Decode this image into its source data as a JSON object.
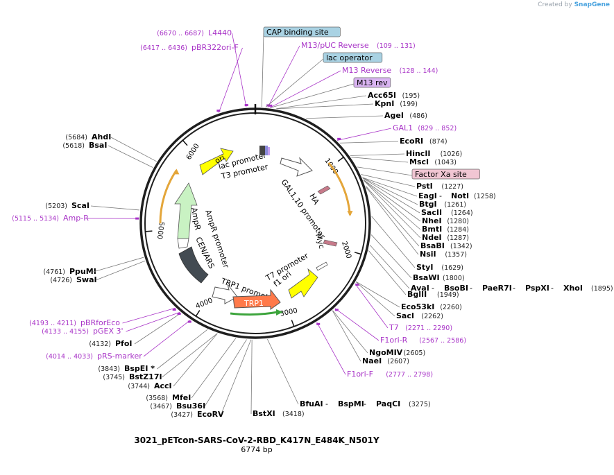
{
  "watermark": {
    "prefix": "Created by",
    "brand": "SnapGene"
  },
  "title": "3021_pETcon-SARS-CoV-2-RBD_K417N_E484K_N501Y",
  "size_label": "6774 bp",
  "ticks": [
    "1000",
    "2000",
    "3000",
    "4000",
    "5000",
    "6000"
  ],
  "features": {
    "ori": "ori",
    "lac_promoter": "lac promoter",
    "t3_promoter": "T3 promoter",
    "gal_promoter": "GAL1,10 promoter",
    "ha": "HA",
    "myc": "Myc",
    "t7_promoter": "T7 promoter",
    "f1_ori": "f1 ori",
    "trp1_promoter": "TRP1 promoter",
    "trp1": "TRP1",
    "cen_ars": "CEN/ARS",
    "ampr_promoter": "AmpR promoter",
    "ampr": "AmpR"
  },
  "labels": [
    {
      "key": "l4440",
      "type": "primer",
      "name": "L4440",
      "range": "(6670 .. 6687)"
    },
    {
      "key": "pbr322",
      "type": "primer",
      "name": "pBR322ori-F",
      "range": "(6417 .. 6436)"
    },
    {
      "key": "cap",
      "type": "boxblue",
      "name": "CAP binding site"
    },
    {
      "key": "m13puc",
      "type": "primer",
      "name": "M13/pUC Reverse",
      "range": "(109 .. 131)"
    },
    {
      "key": "lacop",
      "type": "boxblue",
      "name": "lac operator"
    },
    {
      "key": "m13rev",
      "type": "primer",
      "name": "M13 Reverse",
      "range": "(128 .. 144)"
    },
    {
      "key": "m13revbox",
      "type": "boxpurple",
      "name": "M13 rev"
    },
    {
      "key": "acc65i",
      "type": "enzyme",
      "name": "Acc65I",
      "range": "(195)"
    },
    {
      "key": "kpni",
      "type": "enzyme",
      "name": "KpnI",
      "range": "(199)"
    },
    {
      "key": "agei",
      "type": "enzyme",
      "name": "AgeI",
      "range": "(486)"
    },
    {
      "key": "gal1",
      "type": "primer",
      "name": "GAL1",
      "range": "(829 .. 852)"
    },
    {
      "key": "ecori",
      "type": "enzyme",
      "name": "EcoRI",
      "range": "(874)"
    },
    {
      "key": "hincii",
      "type": "enzyme",
      "name": "HincII",
      "range": "(1026)"
    },
    {
      "key": "msci",
      "type": "enzyme",
      "name": "MscI",
      "range": "(1043)"
    },
    {
      "key": "factorxa",
      "type": "boxpink",
      "name": "Factor Xa site"
    },
    {
      "key": "psti",
      "type": "enzyme",
      "name": "PstI",
      "range": "(1227)"
    },
    {
      "key": "bsawi",
      "type": "enzyme",
      "name": "BsaWI",
      "range": "(1800)"
    },
    {
      "key": "bglii",
      "type": "enzyme",
      "name": "BglII",
      "range": "(1949)"
    },
    {
      "key": "eco53ki",
      "type": "enzyme",
      "name": "Eco53kI",
      "range": "(2260)"
    },
    {
      "key": "saci",
      "type": "enzyme",
      "name": "SacI",
      "range": "(2262)"
    },
    {
      "key": "t7",
      "type": "primer",
      "name": "T7",
      "range": "(2271 .. 2290)"
    },
    {
      "key": "f1orir",
      "type": "primer",
      "name": "F1ori-R",
      "range": "(2567 .. 2586)"
    },
    {
      "key": "ngomiv",
      "type": "enzyme",
      "name": "NgoMIV",
      "range": "(2605)"
    },
    {
      "key": "naei",
      "type": "enzyme",
      "name": "NaeI",
      "range": "(2607)"
    },
    {
      "key": "f1orif",
      "type": "primer",
      "name": "F1ori-F",
      "range": "(2777 .. 2798)"
    },
    {
      "key": "bstxi",
      "type": "enzyme",
      "name": "BstXI",
      "range": "(3418)"
    },
    {
      "key": "ecorv",
      "type": "enzyme",
      "name": "EcoRV",
      "range": "(3427)"
    },
    {
      "key": "bsu36i",
      "type": "enzyme",
      "name": "Bsu36I",
      "range": "(3467)"
    },
    {
      "key": "mfei",
      "type": "enzyme",
      "name": "MfeI",
      "range": "(3568)"
    },
    {
      "key": "acci",
      "type": "enzyme",
      "name": "AccI",
      "range": "(3744)"
    },
    {
      "key": "bstz17i",
      "type": "enzyme",
      "name": "BstZ17I",
      "range": "(3745)"
    },
    {
      "key": "bspei",
      "type": "enzyme",
      "name": "BspEI *",
      "range": "(3843)"
    },
    {
      "key": "prsmarker",
      "type": "primer",
      "name": "pRS-marker",
      "range": "(4014 .. 4033)"
    },
    {
      "key": "pfoi",
      "type": "enzyme",
      "name": "PfoI",
      "range": "(4132)"
    },
    {
      "key": "pgex3",
      "type": "primer",
      "name": "pGEX 3'",
      "range": "(4133 .. 4155)"
    },
    {
      "key": "pbrforeco",
      "type": "primer",
      "name": "pBRforEco",
      "range": "(4193 .. 4211)"
    },
    {
      "key": "swai",
      "type": "enzyme",
      "name": "SwaI",
      "range": "(4726)"
    },
    {
      "key": "ppumi",
      "type": "enzyme",
      "name": "PpuMI",
      "range": "(4761)"
    },
    {
      "key": "ampr_primer",
      "type": "primer",
      "name": "Amp-R",
      "range": "(5115 .. 5134)"
    },
    {
      "key": "scai",
      "type": "enzyme",
      "name": "ScaI",
      "range": "(5203)"
    },
    {
      "key": "bsai",
      "type": "enzyme",
      "name": "BsaI",
      "range": "(5618)"
    },
    {
      "key": "ahdi",
      "type": "enzyme",
      "name": "AhdI",
      "range": "(5684)"
    }
  ],
  "cluster": {
    "eagi": {
      "name": "EagI",
      "sep": " - ",
      "name2": "NotI",
      "range": "(1258)"
    },
    "btgi": {
      "name": "BtgI",
      "range": "(1261)"
    },
    "sacii": {
      "name": "SacII",
      "range": "(1264)"
    },
    "nhei": {
      "name": "NheI",
      "range": "(1280)"
    },
    "bmti": {
      "name": "BmtI",
      "range": "(1284)"
    },
    "ndei": {
      "name": "NdeI",
      "range": "(1287)"
    },
    "bsabi": {
      "name": "BsaBI",
      "range": "(1342)"
    },
    "nsii": {
      "name": "NsiI",
      "range": "(1357)"
    },
    "styi": {
      "name": "StyI",
      "range": "(1629)"
    },
    "avai": {
      "parts": [
        "AvaI",
        "BsoBI",
        "PaeR7I",
        "PspXI",
        "XhoI"
      ],
      "sep": " - ",
      "range": "(1895)"
    },
    "bfuai": {
      "parts": [
        "BfuAI",
        "BspMI",
        "PaqCI"
      ],
      "sep": " - ",
      "range": "(3275)"
    }
  },
  "colors": {
    "enzyme_text": "#000000",
    "number_text": "#222222",
    "primer_text": "#a833c7",
    "primer_mark": "#a833c7",
    "leader": "#7a7a7a",
    "backbone": "#1f1f1f",
    "ori": "#ffff00",
    "promoter": "#ffffff",
    "trp1": "#ff7a4a",
    "trp1_bar": "#3ca43c",
    "cen_ars": "#434b52",
    "ampr": "#c9f2c3",
    "f1ori": "#ffff00",
    "orange_arc": "#e4a63a",
    "box_blue": "#a9d2e3",
    "box_purple": "#d9b4f1",
    "box_pink": "#f1c6d3"
  }
}
